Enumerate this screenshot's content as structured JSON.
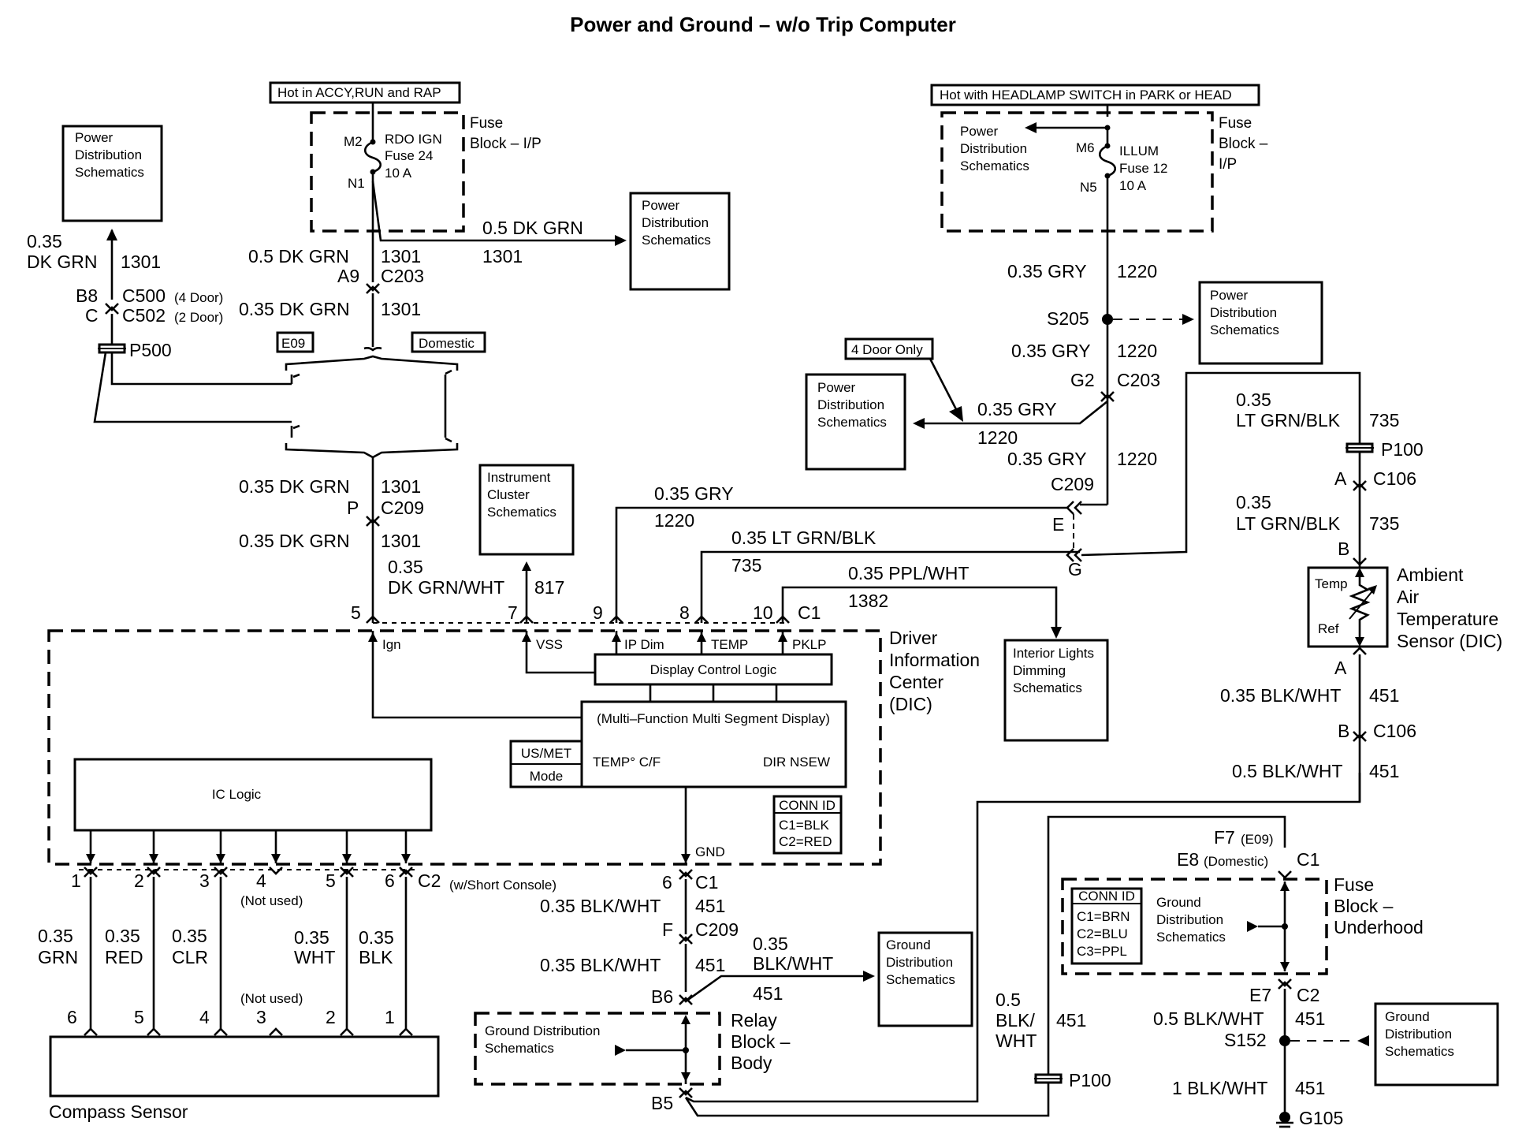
{
  "title": "Power and Ground – w/o Trip Computer",
  "hot_labels": {
    "accy": "Hot in ACCY,RUN and RAP",
    "headlamp": "Hot with HEADLAMP SWITCH in PARK or HEAD",
    "four_door": "4 Door Only"
  },
  "fuse_block_ip_left": {
    "title_1": "Fuse",
    "title_2": "Block – I/P",
    "pin_in": "M2",
    "pin_out": "N1",
    "fuse_1": "RDO IGN",
    "fuse_2": "Fuse 24",
    "fuse_3": "10 A"
  },
  "fuse_block_ip_right": {
    "title_1": "Fuse",
    "title_2": "Block –",
    "title_3": "I/P",
    "pin_in": "M6",
    "pin_out": "N5",
    "fuse_1": "ILLUM",
    "fuse_2": "Fuse 12",
    "fuse_3": "10 A"
  },
  "power_dist": {
    "l1": "Power",
    "l2": "Distribution",
    "l3": "Schematics"
  },
  "ground_dist": {
    "l1": "Ground",
    "l2": "Distribution",
    "l3": "Schematics",
    "inline": "Ground Distribution"
  },
  "instrument_cluster": {
    "l1": "Instrument",
    "l2": "Cluster",
    "l3": "Schematics"
  },
  "interior_lights": {
    "l1": "Interior Lights",
    "l2": "Dimming",
    "l3": "Schematics"
  },
  "options": {
    "e09": "E09",
    "domestic": "Domestic"
  },
  "wires": {
    "w_035_dkgrn": "0.35 DK GRN",
    "w_05_dkgrn": "0.5 DK GRN",
    "w_035": "0.35",
    "w_dkgrn": "DK GRN",
    "c1301": "1301",
    "w_dkgrnwht": "DK GRN/WHT",
    "c817": "817",
    "w_035_gry": "0.35 GRY",
    "c1220": "1220",
    "w_035_ltgrnblk": "0.35 LT GRN/BLK",
    "w_ltgrnblk": "LT GRN/BLK",
    "c735": "735",
    "w_035_ppl": "0.35 PPL/WHT",
    "c1382": "1382",
    "w_035_blkwht": "0.35 BLK/WHT",
    "w_05_blkwht": "0.5 BLK/WHT",
    "w_blkwht": "BLK/WHT",
    "w_1_blkwht": "1 BLK/WHT",
    "c451": "451",
    "w_05": "0.5",
    "w_blk": "BLK/",
    "w_wht": "WHT"
  },
  "connectors": {
    "b8": "B8",
    "c_pin": "C",
    "c500": "C500",
    "c500_note": "(4 Door)",
    "c502": "C502",
    "c502_note": "(2 Door)",
    "p500": "P500",
    "a9": "A9",
    "c203": "C203",
    "p": "P",
    "c209": "C209",
    "s205": "S205",
    "g2": "G2",
    "e": "E",
    "g": "G",
    "p100": "P100",
    "a": "A",
    "b": "B",
    "c106": "C106",
    "c1": "C1",
    "c2": "C2",
    "c2_note": "(w/Short Console)",
    "f": "F",
    "b6": "B6",
    "b5": "B5",
    "f7": "F7",
    "f7_note": "(E09)",
    "e8": "E8",
    "e8_note": "(Domestic)",
    "e7": "E7",
    "s152": "S152",
    "g105": "G105",
    "pin5": "5",
    "pin7": "7",
    "pin9": "9",
    "pin8": "8",
    "pin10": "10",
    "pin6": "6"
  },
  "dic": {
    "t1": "Driver",
    "t2": "Information",
    "t3": "Center",
    "t4": "(DIC)",
    "ign": "Ign",
    "vss": "VSS",
    "ipdim": "IP Dim",
    "temp": "TEMP",
    "pklp": "PKLP",
    "dcl": "Display Control Logic",
    "mfd": "(Multi–Function Multi Segment Display)",
    "usmet": "US/MET",
    "mode": "Mode",
    "tempcf": "TEMP° C/F",
    "dir": "DIR NSEW",
    "gnd": "GND",
    "iclogic": "IC Logic",
    "connid": "CONN ID",
    "c1blk": "C1=BLK",
    "c2red": "C2=RED"
  },
  "ambient": {
    "l1": "Ambient",
    "l2": "Air",
    "l3": "Temperature",
    "l4": "Sensor (DIC)",
    "temp": "Temp",
    "ref": "Ref"
  },
  "compass": {
    "label": "Compass Sensor",
    "not_used": "(Not used)",
    "top_pins": [
      "1",
      "2",
      "3",
      "4",
      "5",
      "6"
    ],
    "bottom_pins": [
      "6",
      "5",
      "4",
      "3",
      "2",
      "1"
    ],
    "gauge": [
      "0.35",
      "0.35",
      "0.35",
      "0.35",
      "0.35"
    ],
    "colors": [
      "GRN",
      "RED",
      "CLR",
      "WHT",
      "BLK"
    ]
  },
  "relay_block": {
    "l1": "Relay",
    "l2": "Block –",
    "l3": "Body"
  },
  "fuse_underhood": {
    "l1": "Fuse",
    "l2": "Block –",
    "l3": "Underhood",
    "connid": "CONN ID",
    "c1": "C1=BRN",
    "c2": "C2=BLU",
    "c3": "C3=PPL"
  }
}
